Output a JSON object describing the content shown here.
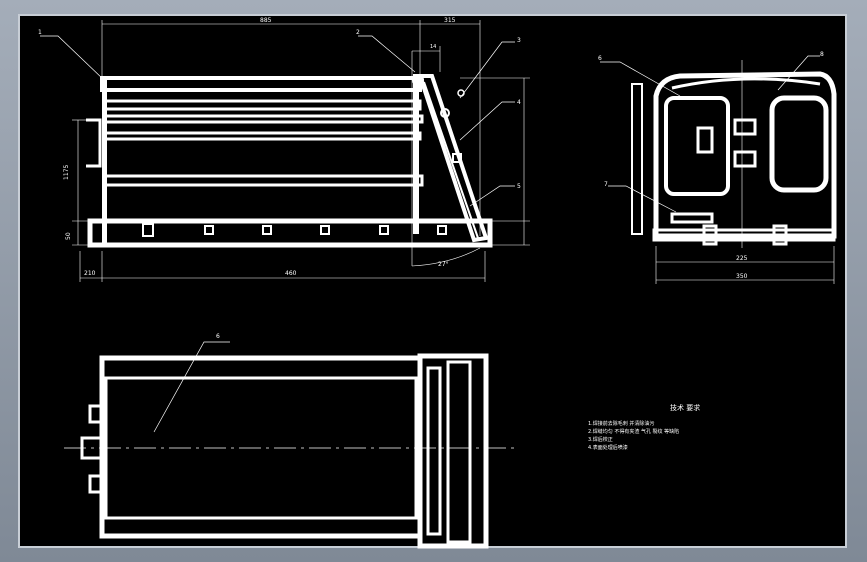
{
  "drawing": {
    "background": "#000000",
    "line_color": "#ffffff",
    "front_view": {
      "leaders": [
        "1",
        "2",
        "3",
        "4",
        "5"
      ],
      "dims_top": [
        "885",
        "315"
      ],
      "dims_right": [
        "14"
      ],
      "dims_left": [
        "1175",
        "50"
      ],
      "dims_bottom": [
        "210",
        "460"
      ],
      "angle": "27°"
    },
    "side_view": {
      "leaders": [
        "6",
        "8",
        "7"
      ],
      "dims_bottom": [
        "225",
        "350"
      ]
    },
    "top_view": {
      "leaders": [
        "6"
      ]
    },
    "notes": {
      "title": "技术 要求",
      "lines": [
        "1.焊接前去除毛刺 并清除油污",
        "2.焊缝均匀 不得有夹渣 气孔 裂纹 等缺陷",
        "3.焊后校正",
        "4.表面处理后喷漆"
      ]
    }
  }
}
